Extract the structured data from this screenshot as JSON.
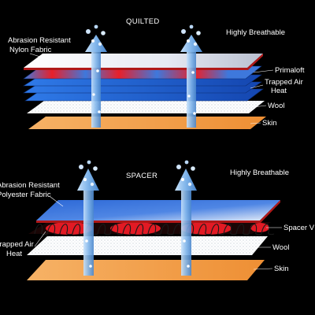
{
  "quilted": {
    "title": "QUILTED",
    "labels": {
      "outer_line1": "Abrasion Resistant",
      "outer_line2": "Nylon Fabric",
      "breathable": "Highly Breathable",
      "insulation": "Primaloft",
      "trapped_line1": "Trapped Air",
      "trapped_line2": "Heat",
      "wool": "Wool",
      "skin": "Skin"
    }
  },
  "spacer": {
    "title": "SPACER",
    "labels": {
      "outer_line1": "Abrasion Resistant",
      "outer_line2": "Polyester Fabric",
      "breathable": "Highly Breathable",
      "spacer": "Spacer V",
      "trapped_line1": "Trapped Air",
      "trapped_line2": "Heat",
      "wool": "Wool",
      "skin": "Skin"
    }
  },
  "colors": {
    "background": "#000000",
    "outer_fabric": "#eef0f6",
    "outer_trim": "#b01818",
    "insulation_blue": "#1f5fd0",
    "heat_red": "#e0202a",
    "wool": "#ffffff",
    "skin": "#f4a14a",
    "arrow": "#8fc0ee"
  }
}
